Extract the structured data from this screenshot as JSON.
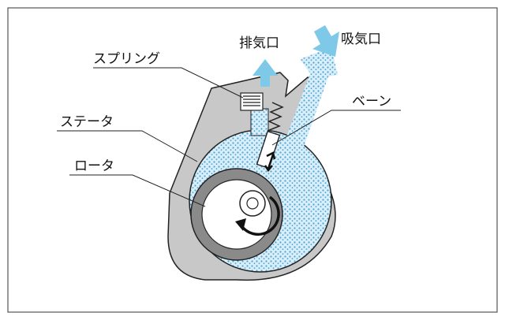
{
  "labels": {
    "exhaust_port": "排気口",
    "intake_port": "吸気口",
    "spring": "スプリング",
    "vane": "ベーン",
    "stator": "ステータ",
    "rotor": "ロータ"
  },
  "colors": {
    "stator_gray": "#c8c8c8",
    "rotor_gray": "#8a8a8a",
    "gas_blue": "#7ec8e8",
    "arrow_blue": "#7ec8e8",
    "outline": "#222222"
  }
}
